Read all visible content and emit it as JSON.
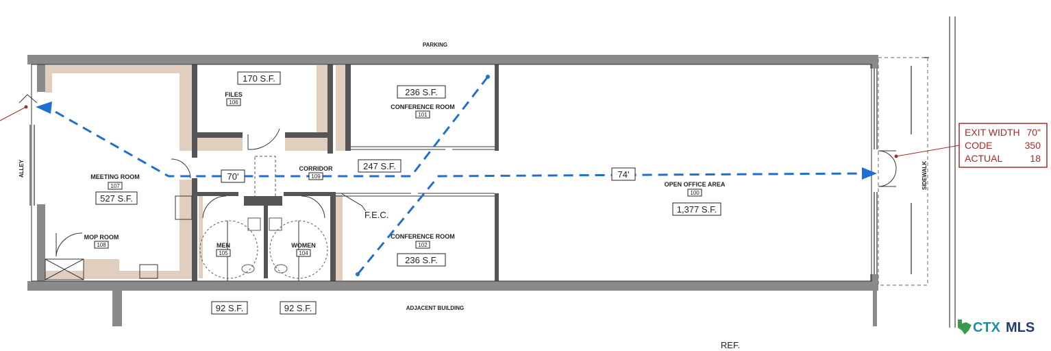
{
  "exterior": {
    "top": "PARKING",
    "bottom": "ADJACENT BUILDING",
    "left": "ALLEY",
    "right": "SIDEWALK",
    "ref": "REF."
  },
  "rooms": {
    "files": {
      "name": "FILES",
      "number": "106",
      "area": "170 S.F."
    },
    "conference_101": {
      "name": "CONFERENCE ROOM",
      "number": "101",
      "area": "236 S.F."
    },
    "conference_102": {
      "name": "CONFERENCE ROOM",
      "number": "102",
      "area": "236 S.F."
    },
    "meeting": {
      "name": "MEETING ROOM",
      "number": "107",
      "area": "527 S.F."
    },
    "mop": {
      "name": "MOP ROOM",
      "number": "108"
    },
    "corridor": {
      "name": "CORRIDOR",
      "number": "109",
      "area": "247 S.F."
    },
    "men": {
      "name": "MEN",
      "number": "105",
      "area": "92 S.F."
    },
    "women": {
      "name": "WOMEN",
      "number": "104",
      "area": "92 S.F."
    },
    "open_office": {
      "name": "OPEN OFFICE AREA",
      "number": "100",
      "area": "1,377 S.F."
    }
  },
  "egress": {
    "left_distance": "70'",
    "right_distance": "74'",
    "fec": "F.E.C."
  },
  "exit_box": {
    "rows": [
      {
        "label": "EXIT WIDTH",
        "value": "70\""
      },
      {
        "label": "CODE",
        "value": "350"
      },
      {
        "label": "ACTUAL",
        "value": "18"
      }
    ]
  },
  "logo": {
    "part1": "CTX",
    "part2": "MLS"
  },
  "colors": {
    "wall": "#8a8a8a",
    "finish": "#e0cfbf",
    "egress": "#1f6fd1",
    "callout": "#a52a2a",
    "logo_teal": "#1b8fa0",
    "logo_navy": "#1f3b70"
  }
}
